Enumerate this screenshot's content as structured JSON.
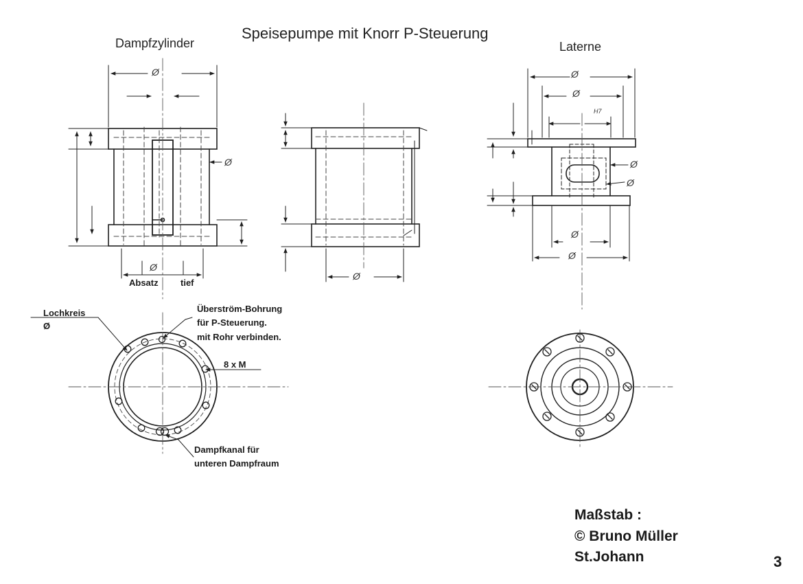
{
  "title": "Speisepumpe mit Knorr P-Steuerung",
  "views": {
    "steam_cylinder": "Dampfzylinder",
    "lantern": "Laterne"
  },
  "labels": {
    "step_depth_left": "Absatz",
    "step_depth_right": "tief",
    "bolt_circle": "Lochkreis",
    "bolt_circle_dia": "Ø",
    "overflow_bore": [
      "Überström-Bohrung",
      "für P-Steuerung.",
      "mit Rohr verbinden."
    ],
    "thread_holes": "8 x M",
    "steam_channel": [
      "Dampfkanal für",
      "unteren Dampfraum"
    ]
  },
  "dims": {
    "dia": "Ø",
    "fit": "H7"
  },
  "footer": {
    "scale": "Maßstab    :",
    "copyright": "© Bruno Müller",
    "place": "St.Johann"
  },
  "page_number": "3",
  "colors": {
    "ink": "#1f1f1f",
    "faint": "#555555",
    "paper": "#ffffff"
  }
}
